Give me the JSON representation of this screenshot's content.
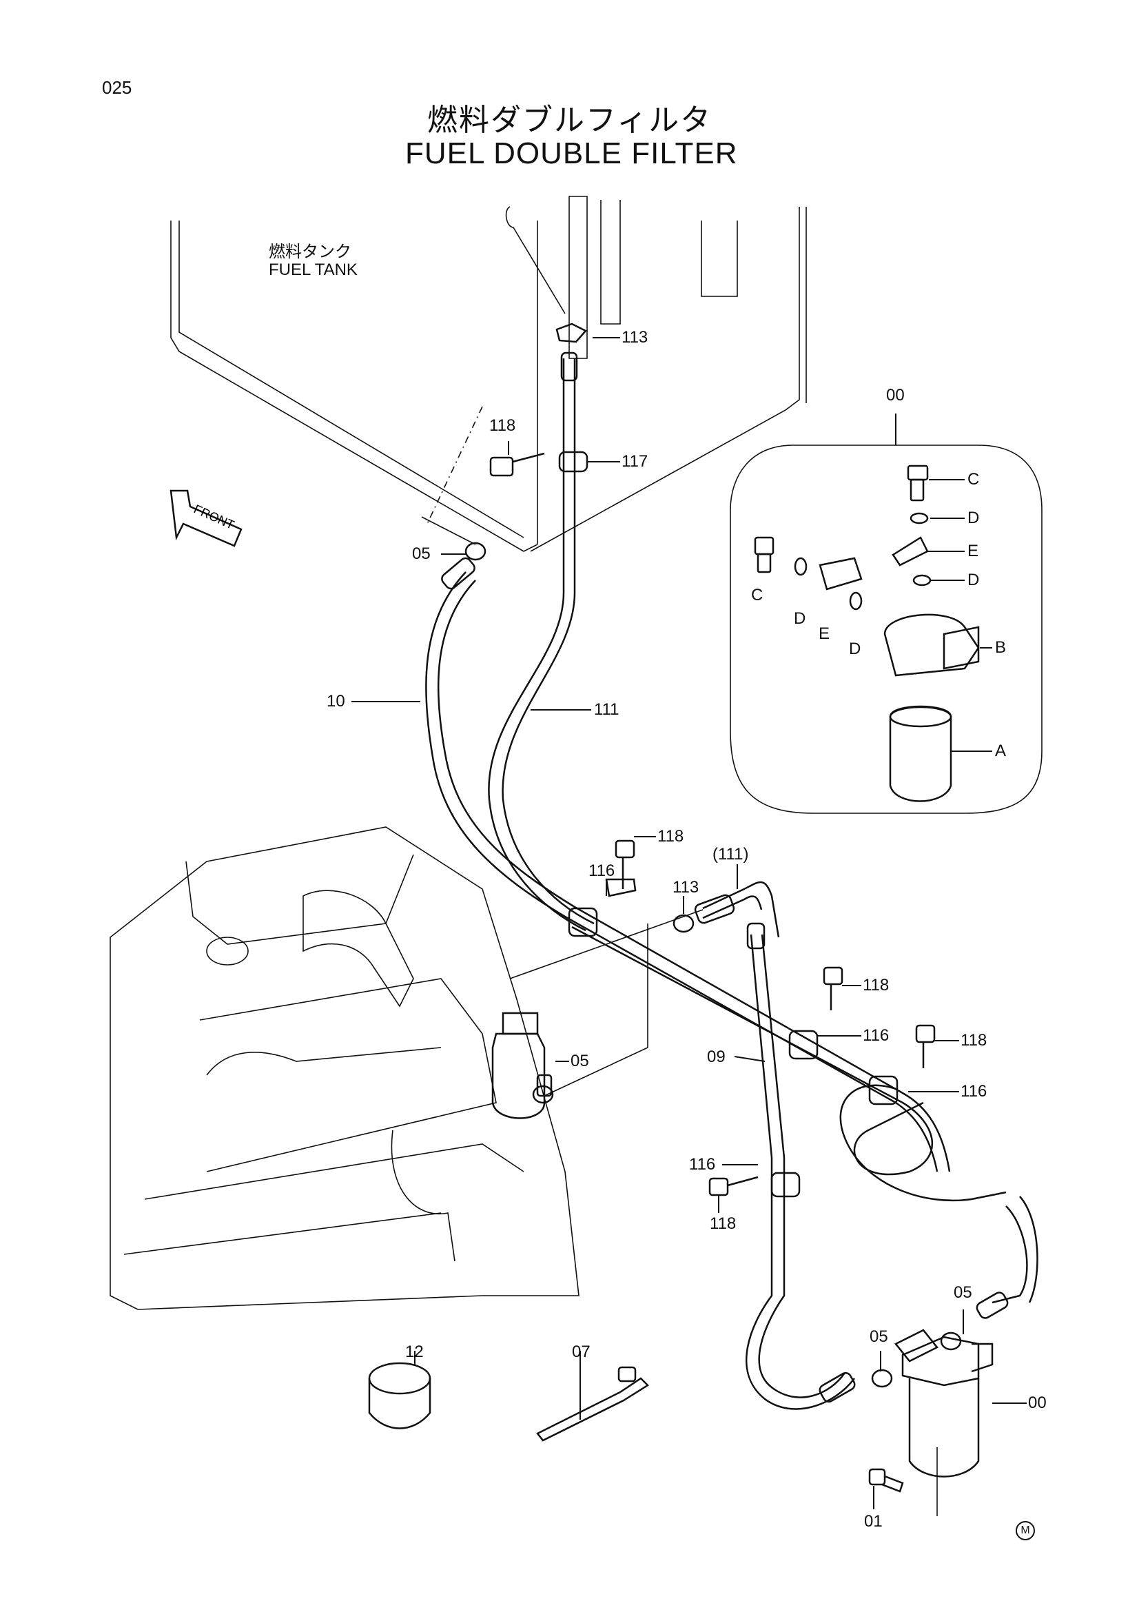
{
  "page_code": "025",
  "title_jp": "燃料ダブルフィルタ",
  "title_en": "FUEL DOUBLE FILTER",
  "fuel_tank": {
    "jp": "燃料タンク",
    "en": "FUEL TANK"
  },
  "front_arrow": "FRONT",
  "mark": "M",
  "callouts": {
    "c113_top": "113",
    "c118_top": "118",
    "c117": "117",
    "c05_top": "05",
    "c10": "10",
    "c111": "111",
    "c00_top": "00",
    "kit_C1": "C",
    "kit_D1": "D",
    "kit_E1": "E",
    "kit_D2": "D",
    "kit_C2": "C",
    "kit_D3": "D",
    "kit_E2": "E",
    "kit_D4": "D",
    "kit_B": "B",
    "kit_A": "A",
    "c118_mid": "118",
    "c111_paren": "(111)",
    "c116_mid": "116",
    "c113_mid": "113",
    "c05_mid": "05",
    "c09": "09",
    "c118_r1": "118",
    "c116_r1": "116",
    "c118_r2": "118",
    "c116_r2": "116",
    "c116_low": "116",
    "c118_low": "118",
    "c05_low1": "05",
    "c05_low2": "05",
    "c00_low": "00",
    "c12": "12",
    "c07": "07",
    "c01": "01"
  }
}
